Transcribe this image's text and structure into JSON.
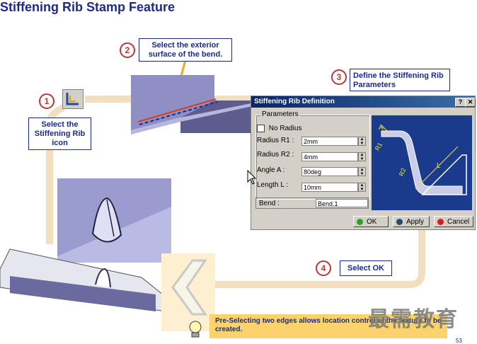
{
  "slide": {
    "title": "Stiffening Rib Stamp Feature",
    "page_number": "53"
  },
  "steps": [
    {
      "number": "1",
      "text": "Select the Stiffening Rib icon"
    },
    {
      "number": "2",
      "text": "Select the exterior surface of the bend."
    },
    {
      "number": "3",
      "text": "Define the Stiffening Rib Parameters"
    },
    {
      "number": "4",
      "text": "Select OK"
    }
  ],
  "dialog": {
    "title": "Stiffening Rib Definition",
    "help_label": "?",
    "close_label": "✕",
    "group_label": "Parameters",
    "no_radius_label": "No Radius",
    "r1_label": "Radius R1 :",
    "r1_value": "2mm",
    "r2_label": "Radius R2 :",
    "r2_value": "4mm",
    "angle_label": "Angle A :",
    "angle_value": "80deg",
    "length_label": "Length L :",
    "length_value": "10mm",
    "bend_label": "Bend :",
    "bend_value": "Bend.1",
    "ok_label": "OK",
    "apply_label": "Apply",
    "cancel_label": "Cancel",
    "diagram_labels": {
      "a": "A",
      "r1": "R1",
      "r2": "R2",
      "l": "L"
    }
  },
  "note": "Pre-Selecting two edges allows location control of the feature to be created.",
  "watermark": "最需教育",
  "colors": {
    "title": "#1c2a8c",
    "step_circle": "#b53a3a",
    "note_bg": "#fbd36a",
    "path": "#f2dfc0"
  }
}
